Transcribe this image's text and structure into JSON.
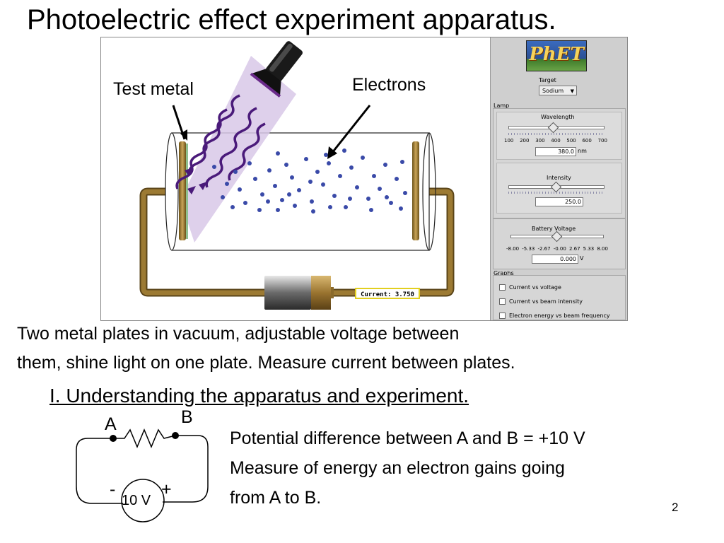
{
  "slide": {
    "title": "Photoelectric effect experiment apparatus.",
    "description_lines": [
      "Two metal plates in vacuum, adjustable voltage between",
      "them, shine light on one plate. Measure current between plates."
    ],
    "section_heading": "I. Understanding the apparatus and experiment.",
    "explanation_lines": [
      "Potential difference between A and B = +10 V",
      "Measure of energy an electron gains going",
      "from A to B."
    ],
    "page_number": "2"
  },
  "annotations": {
    "test_metal": "Test metal",
    "electrons": "Electrons"
  },
  "circuit": {
    "point_a": "A",
    "point_b": "B",
    "minus": "-",
    "plus": "+",
    "battery": "10 V"
  },
  "simulation": {
    "logo": "PhET",
    "current_readout": "Current: 3.750",
    "target": {
      "label": "Target",
      "selected": "Sodium"
    },
    "lamp": {
      "label": "Lamp",
      "wavelength": {
        "label": "Wavelength",
        "ticks": [
          "100",
          "200",
          "300",
          "400",
          "500",
          "600",
          "700"
        ],
        "value": "380.0",
        "unit": "nm",
        "level": 0.467
      },
      "intensity": {
        "label": "Intensity",
        "value": "250.0",
        "level": 0.5
      }
    },
    "battery": {
      "label": "Battery Voltage",
      "ticks": [
        "-8.00",
        "-5.33",
        "-2.67",
        "-0.00",
        "2.67",
        "5.33",
        "8.00"
      ],
      "value": "0.000",
      "unit": "V",
      "level": 0.5
    },
    "graphs": {
      "label": "Graphs",
      "options": [
        "Current vs voltage",
        "Current vs beam intensity",
        "Electron energy vs beam frequency"
      ]
    }
  },
  "colors": {
    "wire": "#8b6b2a",
    "photon": "#4a1a7a",
    "beam": "#d8c8e8",
    "electron": "#3a4aa8",
    "readout_border": "#e2cf20"
  }
}
